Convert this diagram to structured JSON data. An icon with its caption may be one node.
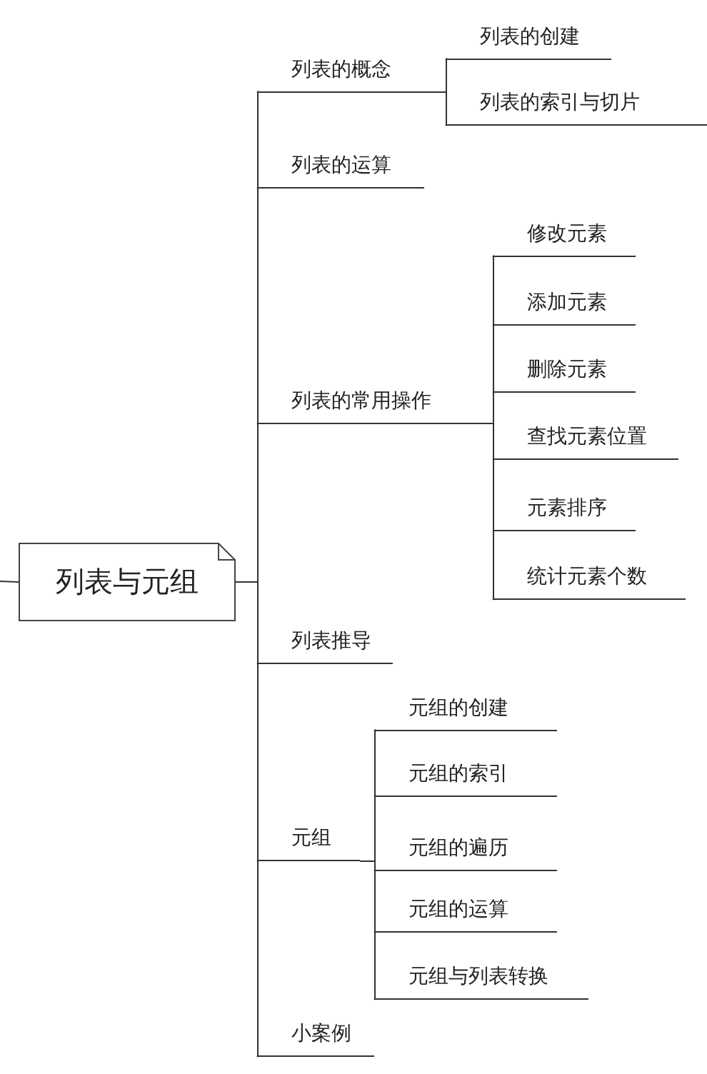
{
  "diagram": {
    "nodes": [
      {
        "text": [
          "列表与元组"
        ]
      },
      {
        "text": [
          "列表的概念"
        ]
      },
      {
        "text": [
          "列表的创建"
        ]
      },
      {
        "text": [
          "列表的索引与切片"
        ]
      },
      {
        "text": [
          "列表的运算"
        ]
      },
      {
        "text": [
          "列表的常用操作"
        ]
      },
      {
        "text": [
          "修改元素"
        ]
      },
      {
        "text": [
          "添加元素"
        ]
      },
      {
        "text": [
          "删除元素"
        ]
      },
      {
        "text": [
          "查找元素位置"
        ]
      },
      {
        "text": [
          "元素排序"
        ]
      },
      {
        "text": [
          "统计元素个数"
        ]
      },
      {
        "text": [
          "列表推导"
        ]
      },
      {
        "text": [
          "元组"
        ]
      },
      {
        "text": [
          "元组的创建"
        ]
      },
      {
        "text": [
          "元组的索引"
        ]
      },
      {
        "text": [
          "元组的遍历"
        ]
      },
      {
        "text": [
          "元组的运算"
        ]
      },
      {
        "text": [
          "元组与列表转换"
        ]
      },
      {
        "text": [
          "小案例"
        ]
      }
    ],
    "edges": [
      {
        "from": null,
        "to": 0,
        "arrow": "none"
      },
      {
        "from": 0,
        "to": 1,
        "arrow": "none"
      },
      {
        "from": 1,
        "to": 2,
        "arrow": "none"
      },
      {
        "from": 1,
        "to": 3,
        "arrow": "none"
      },
      {
        "from": 0,
        "to": 4,
        "arrow": "none"
      },
      {
        "from": 0,
        "to": 5,
        "arrow": "none"
      },
      {
        "from": 5,
        "to": 6,
        "arrow": "none"
      },
      {
        "from": 5,
        "to": 7,
        "arrow": "none"
      },
      {
        "from": 5,
        "to": 8,
        "arrow": "none"
      },
      {
        "from": 5,
        "to": 9,
        "arrow": "none"
      },
      {
        "from": 5,
        "to": 10,
        "arrow": "none"
      },
      {
        "from": 5,
        "to": 11,
        "arrow": "none"
      },
      {
        "from": 0,
        "to": 12,
        "arrow": "none"
      },
      {
        "from": 0,
        "to": 13,
        "arrow": "none"
      },
      {
        "from": 13,
        "to": 14,
        "arrow": "none"
      },
      {
        "from": 13,
        "to": 15,
        "arrow": "none"
      },
      {
        "from": 13,
        "to": 16,
        "arrow": "none"
      },
      {
        "from": 13,
        "to": 17,
        "arrow": "none"
      },
      {
        "from": 13,
        "to": 18,
        "arrow": "none"
      },
      {
        "from": 0,
        "to": 19,
        "arrow": "none"
      }
    ]
  }
}
